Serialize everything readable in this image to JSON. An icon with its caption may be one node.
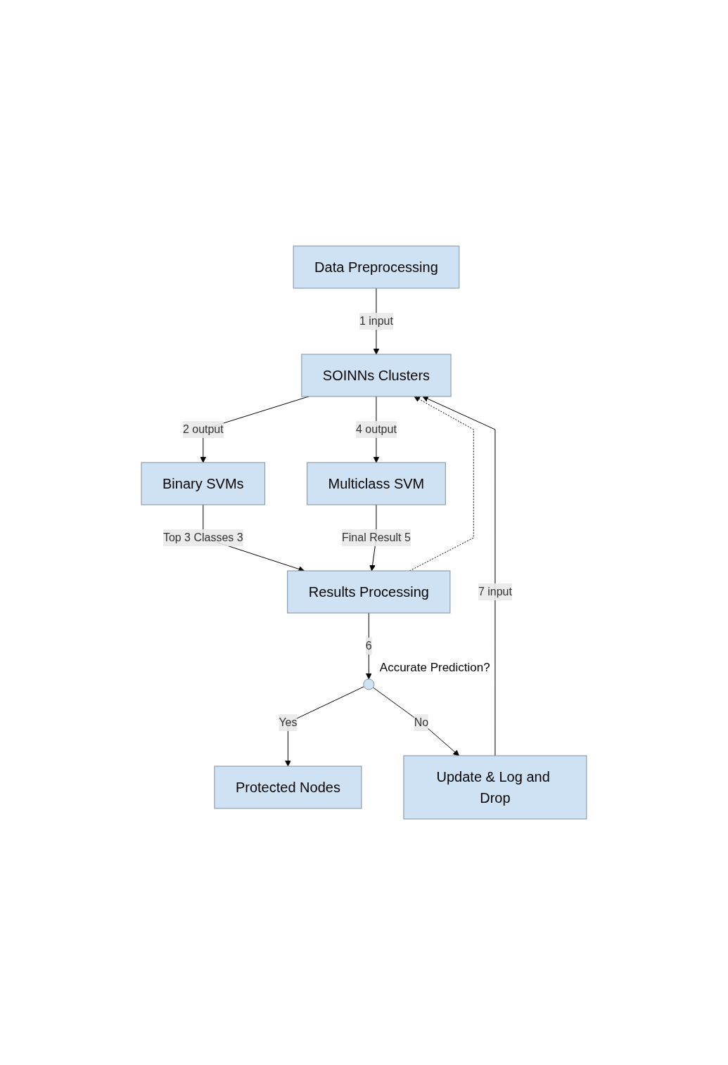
{
  "diagram": {
    "nodes": [
      {
        "text": [
          "Data Preprocessing"
        ]
      },
      {
        "text": [
          "Protected Nodes"
        ]
      },
      {
        "text": [
          "Update & Log and Drop"
        ]
      },
      {
        "text": [],
        "shape": "circle",
        "beside": [
          "Accurate Prediction?"
        ]
      },
      {
        "text": [
          "SOINNs Clusters"
        ]
      },
      {
        "text": [
          "Multiclass SVM"
        ]
      },
      {
        "text": [
          "Binary SVMs"
        ]
      },
      {
        "text": [
          "Results Processing"
        ]
      }
    ],
    "edges": [
      {
        "from": 0,
        "to": 4,
        "arrow": "to",
        "label": "1 input"
      },
      {
        "from": 2,
        "to": 4,
        "arrow": "to",
        "label": "7 input"
      },
      {
        "from": 4,
        "to": 5,
        "arrow": "to",
        "label": "4 output"
      },
      {
        "from": 4,
        "to": 6,
        "arrow": "to",
        "label": "2 output"
      },
      {
        "from": 6,
        "to": 7,
        "arrow": "to",
        "label": "Top 3 Classes 3"
      },
      {
        "from": 5,
        "to": 7,
        "arrow": "to",
        "label": "Final Result 5"
      },
      {
        "from": 7,
        "to": 4,
        "arrow": "to",
        "style": "dashed"
      },
      {
        "from": 7,
        "to": 3,
        "arrow": "to",
        "label": "6"
      },
      {
        "from": 3,
        "to": 1,
        "arrow": "to",
        "label": "Yes"
      },
      {
        "from": 3,
        "to": 2,
        "arrow": "to",
        "label": "No"
      }
    ]
  }
}
